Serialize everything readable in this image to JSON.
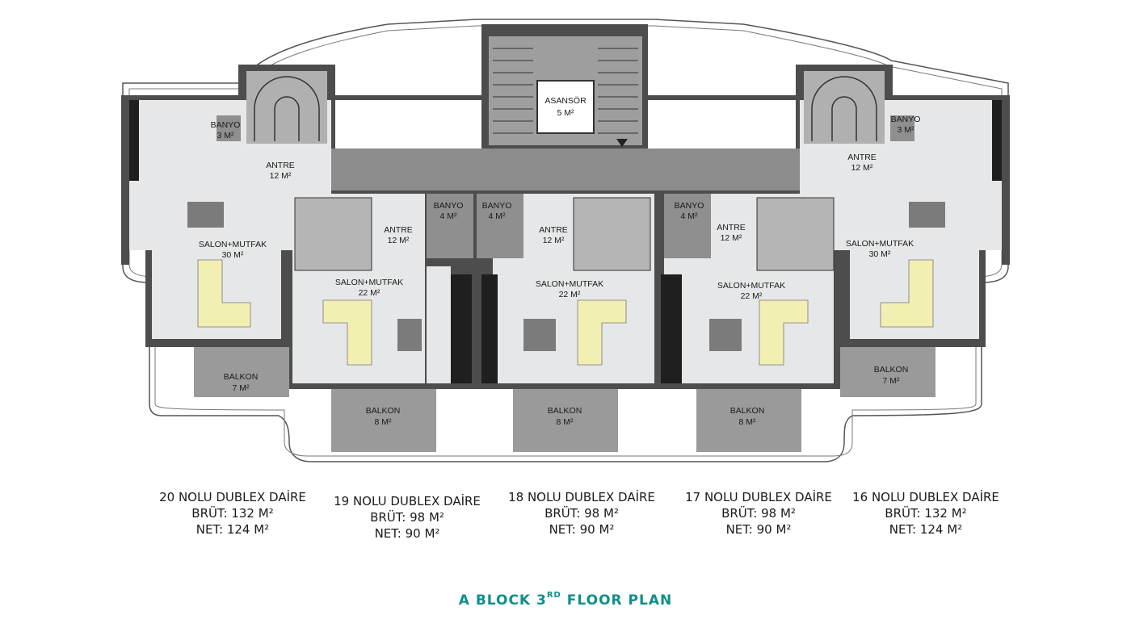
{
  "rooms": {
    "asansor": {
      "name": "ASANSÖR",
      "area": "5 M²"
    },
    "u20": {
      "banyo": {
        "name": "BANYO",
        "area": "3 M²"
      },
      "antre": {
        "name": "ANTRE",
        "area": "12 M²"
      },
      "salon": {
        "name": "SALON+MUTFAK",
        "area": "30 M²"
      },
      "balkon": {
        "name": "BALKON",
        "area": "7 M²"
      }
    },
    "u19": {
      "banyo": {
        "name": "BANYO",
        "area": "4 M²"
      },
      "antre": {
        "name": "ANTRE",
        "area": "12 M²"
      },
      "salon": {
        "name": "SALON+MUTFAK",
        "area": "22 M²"
      },
      "balkon": {
        "name": "BALKON",
        "area": "8 M²"
      }
    },
    "u18": {
      "banyo": {
        "name": "BANYO",
        "area": "4 M²"
      },
      "antre": {
        "name": "ANTRE",
        "area": "12 M²"
      },
      "salon": {
        "name": "SALON+MUTFAK",
        "area": "22 M²"
      },
      "balkon": {
        "name": "BALKON",
        "area": "8 M²"
      }
    },
    "u17": {
      "banyo": {
        "name": "BANYO",
        "area": "4 M²"
      },
      "antre": {
        "name": "ANTRE",
        "area": "12 M²"
      },
      "salon": {
        "name": "SALON+MUTFAK",
        "area": "22 M²"
      },
      "balkon": {
        "name": "BALKON",
        "area": "8 M²"
      }
    },
    "u16": {
      "banyo": {
        "name": "BANYO",
        "area": "3 M²"
      },
      "antre": {
        "name": "ANTRE",
        "area": "12 M²"
      },
      "salon": {
        "name": "SALON+MUTFAK",
        "area": "30 M²"
      },
      "balkon": {
        "name": "BALKON",
        "area": "7 M²"
      }
    }
  },
  "units": [
    {
      "name": "20 NOLU DUBLEX DAİRE",
      "brut": "BRÜT: 132 M²",
      "net": "NET: 124 M²"
    },
    {
      "name": "19 NOLU DUBLEX DAİRE",
      "brut": "BRÜT: 98 M²",
      "net": "NET: 90 M²"
    },
    {
      "name": "18 NOLU DUBLEX DAİRE",
      "brut": "BRÜT: 98 M²",
      "net": "NET: 90 M²"
    },
    {
      "name": "17 NOLU DUBLEX DAİRE",
      "brut": "BRÜT: 98 M²",
      "net": "NET: 90 M²"
    },
    {
      "name": "16 NOLU DUBLEX DAİRE",
      "brut": "BRÜT: 132 M²",
      "net": "NET: 124 M²"
    }
  ],
  "title": {
    "main": "A BLOCK 3",
    "sup": "RD",
    "rest": " FLOOR PLAN"
  },
  "colors": {
    "wall": "#4d4d4d",
    "floor": "#e6e7e8",
    "corridor": "#8c8c8c",
    "balcony": "#9a9a9a",
    "sofa": "#f2efb3",
    "title": "#0e8f8a"
  }
}
